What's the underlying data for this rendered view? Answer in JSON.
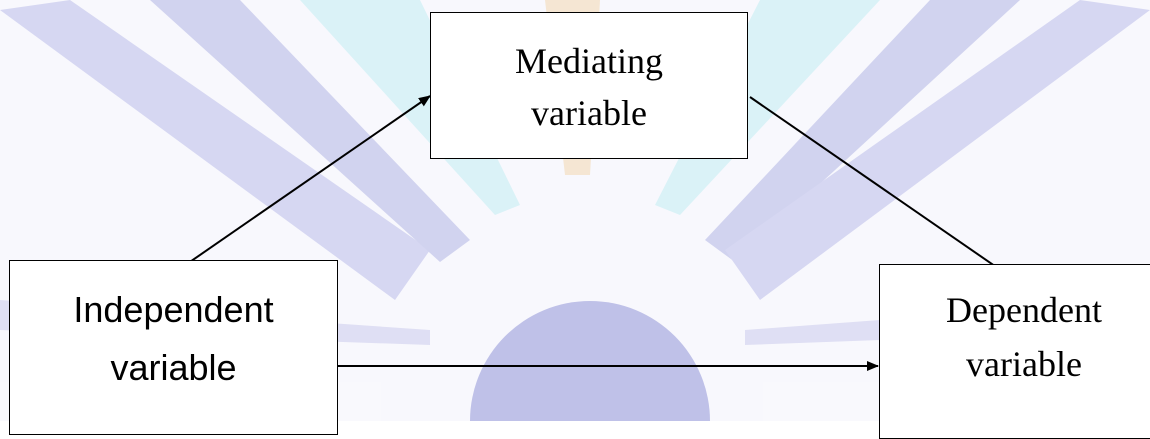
{
  "diagram": {
    "nodes": {
      "mediator": {
        "line1": "Mediating",
        "line2": "variable"
      },
      "independent": {
        "line1": "Independent",
        "line2": "variable"
      },
      "dependent": {
        "line1": "Dependent",
        "line2": "variable"
      }
    },
    "edges": [
      {
        "from": "independent",
        "to": "mediator"
      },
      {
        "from": "mediator",
        "to": "dependent"
      },
      {
        "from": "independent",
        "to": "dependent"
      }
    ]
  },
  "colors": {
    "background": "#ffffff",
    "watermark_purple": "#c6c8ec",
    "watermark_cyan": "#cfeff6",
    "watermark_orange": "#f6e2c8",
    "ink": "#000000"
  }
}
